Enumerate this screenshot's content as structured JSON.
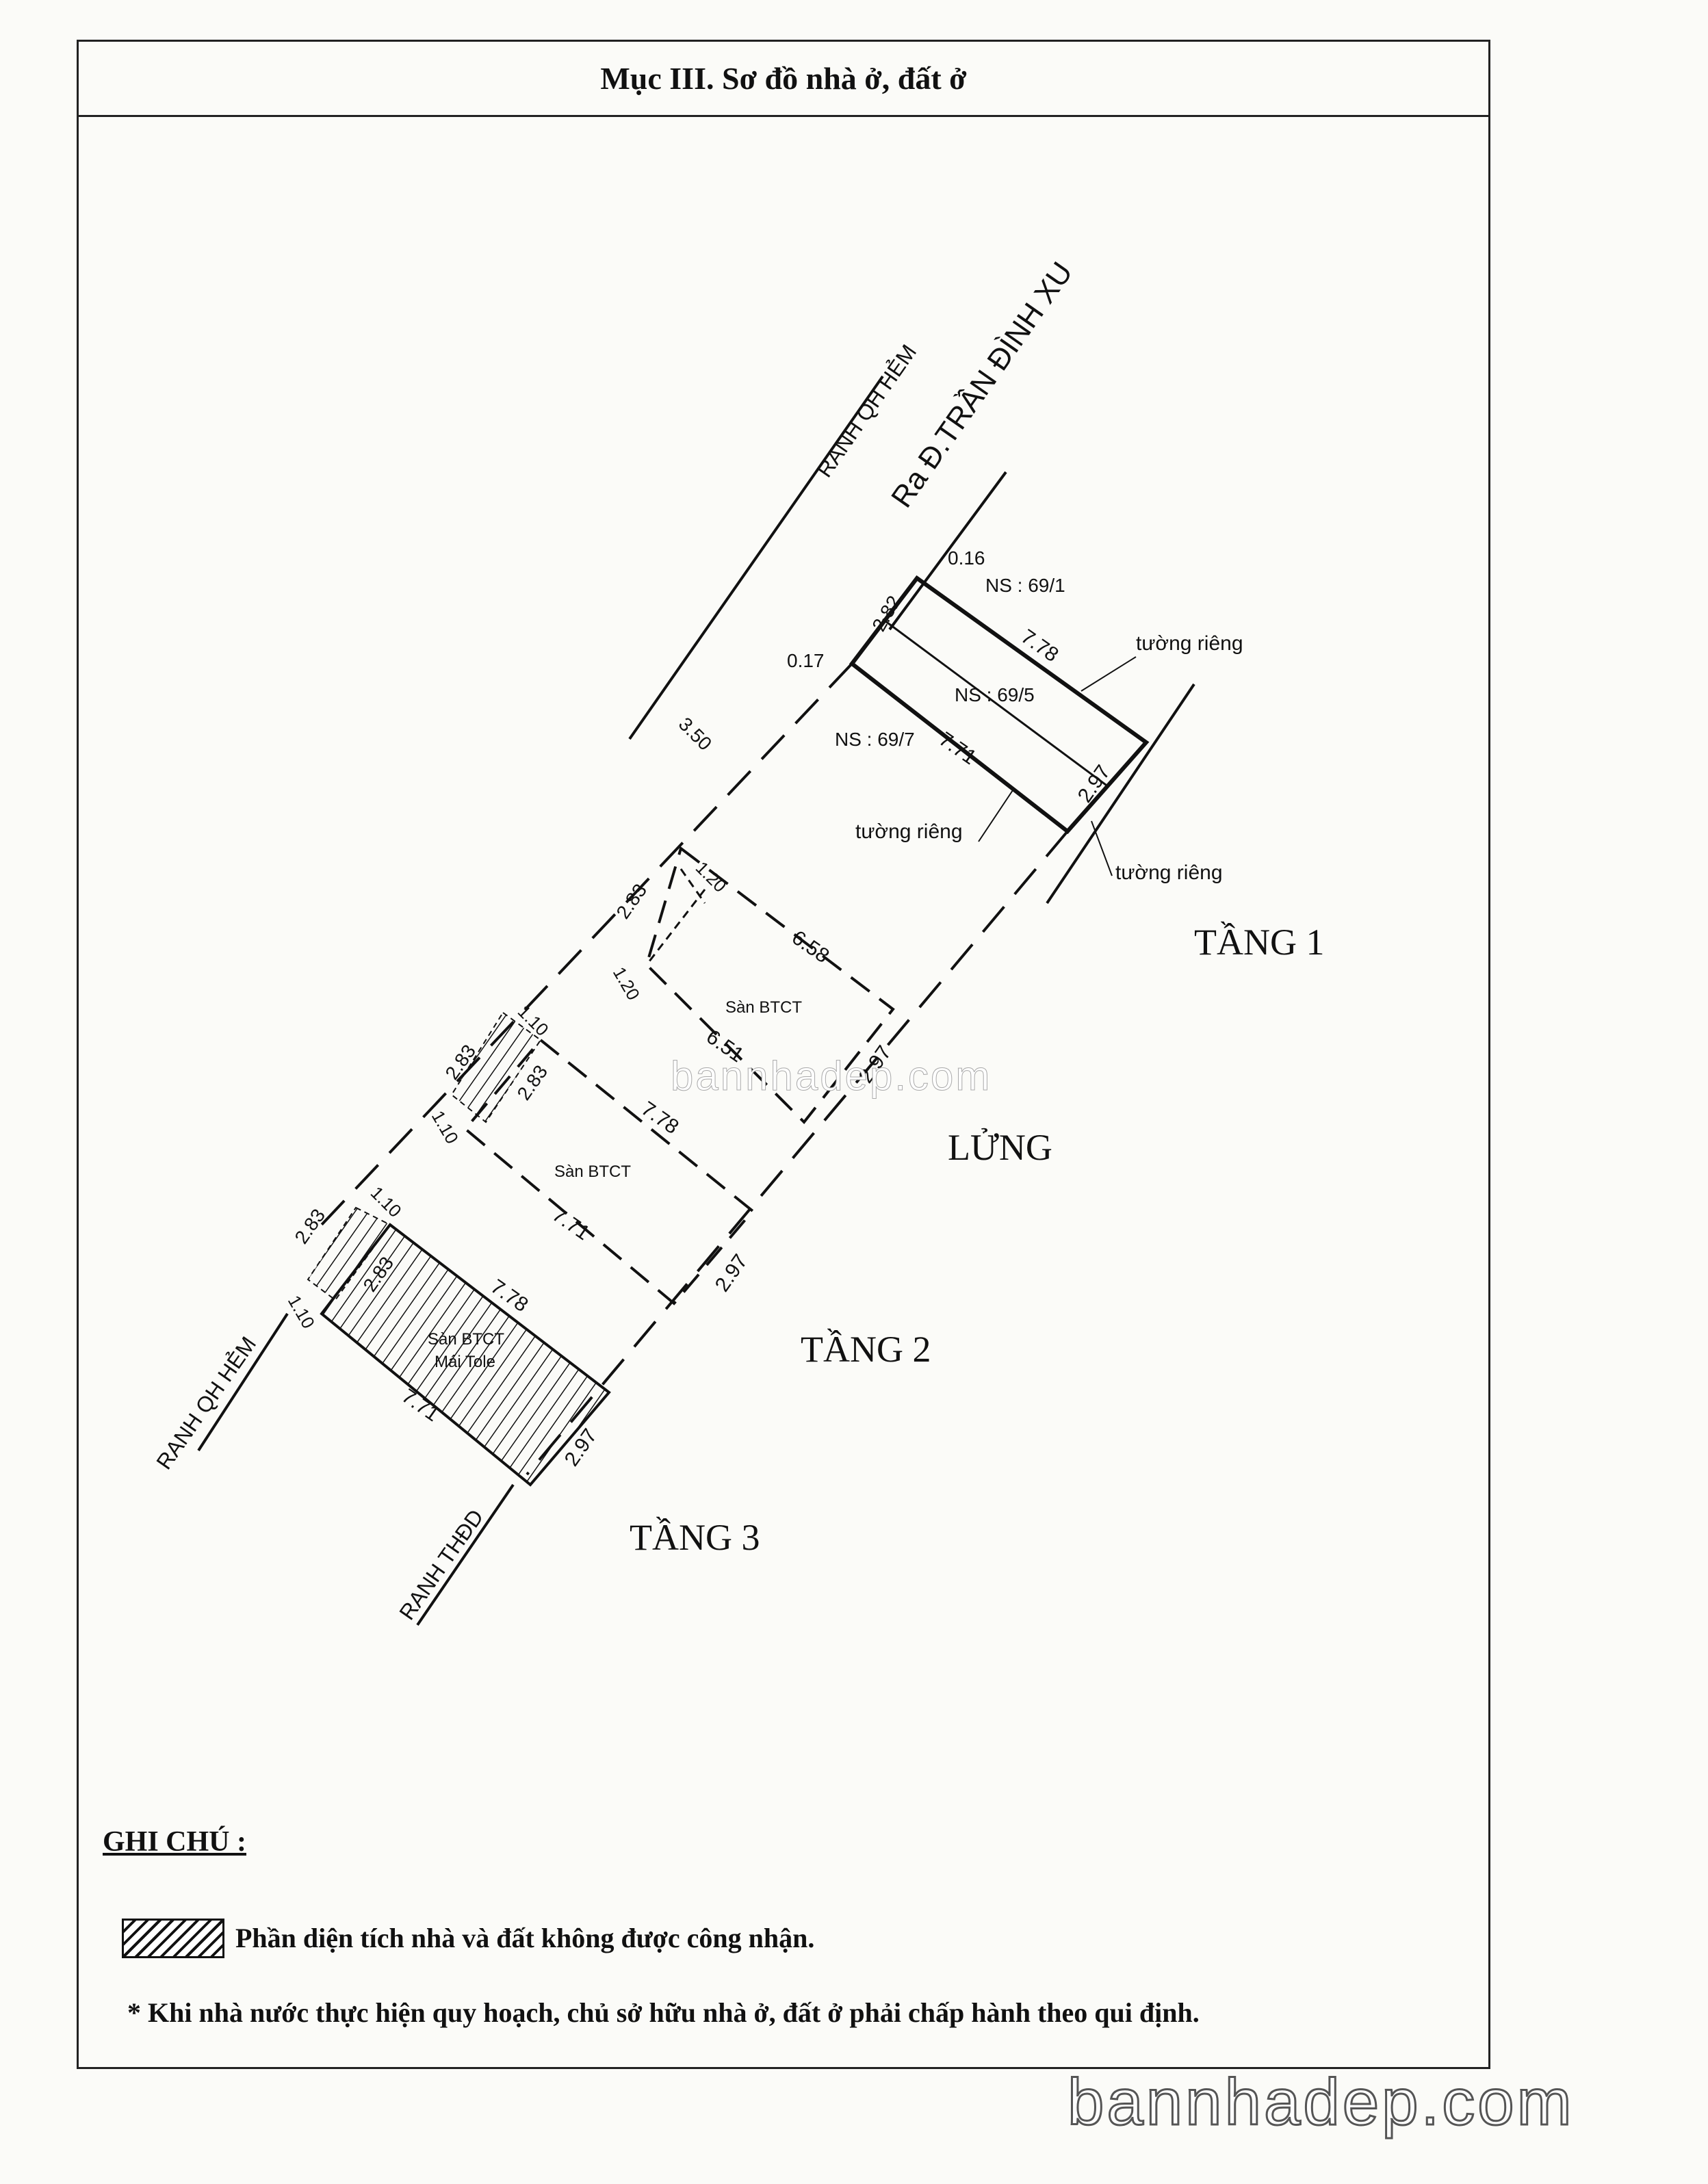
{
  "header": {
    "title": "Mục III. Sơ đồ nhà ở, đất ở"
  },
  "diagram": {
    "street": "Ra Đ.TRẦN ĐÌNH XU",
    "ranh_qh_hem_top": "RANH QH HẺM",
    "ranh_qh_hem_bottom": "RANH QH HẺM",
    "ranh_thdd": "RANH THĐD",
    "floors": {
      "t1": "TẦNG 1",
      "lung": "LỬNG",
      "t2": "TẦNG 2",
      "t3": "TẦNG 3"
    },
    "neighbors": {
      "n1": "NS : 69/1",
      "n2": "NS : 69/5",
      "n3": "NS : 69/7"
    },
    "walls": {
      "w1": "tường riêng",
      "w2": "tường riêng",
      "w3": "tường riêng"
    },
    "slabs": {
      "s1": "Sàn BTCT",
      "s2": "Sàn BTCT",
      "s3": "Sàn BTCT",
      "s3b": "Mái Tole"
    },
    "dims": {
      "d016": "0.16",
      "d017": "0.17",
      "d282": "2.82",
      "d350": "3.50",
      "t1_top": "7.78",
      "t1_bot": "7.71",
      "t1_end": "2.97",
      "l_283": "2.83",
      "l_120a": "1.20",
      "l_120b": "1.20",
      "l_658": "6.58",
      "l_651": "6.51",
      "l_297": "2.97",
      "t2_283a": "2.83",
      "t2_283b": "2.83",
      "t2_110a": "1.10",
      "t2_110b": "1.10",
      "t2_778": "7.78",
      "t2_771": "7.71",
      "t2_297": "2.97",
      "t3_283a": "2.83",
      "t3_283b": "2.83",
      "t3_110a": "1.10",
      "t3_110b": "1.10",
      "t3_778": "7.78",
      "t3_771": "7.71",
      "t3_297": "2.97"
    }
  },
  "notes": {
    "title": "GHI CHÚ :",
    "legend": "Phần diện tích nhà và đất không được công nhận.",
    "rule": "* Khi nhà nước thực hiện quy hoạch, chủ sở hữu nhà ở, đất ở phải chấp hành theo qui định."
  },
  "watermarks": {
    "footer": "bannhadep.com",
    "middle": "bannhadep.com"
  }
}
